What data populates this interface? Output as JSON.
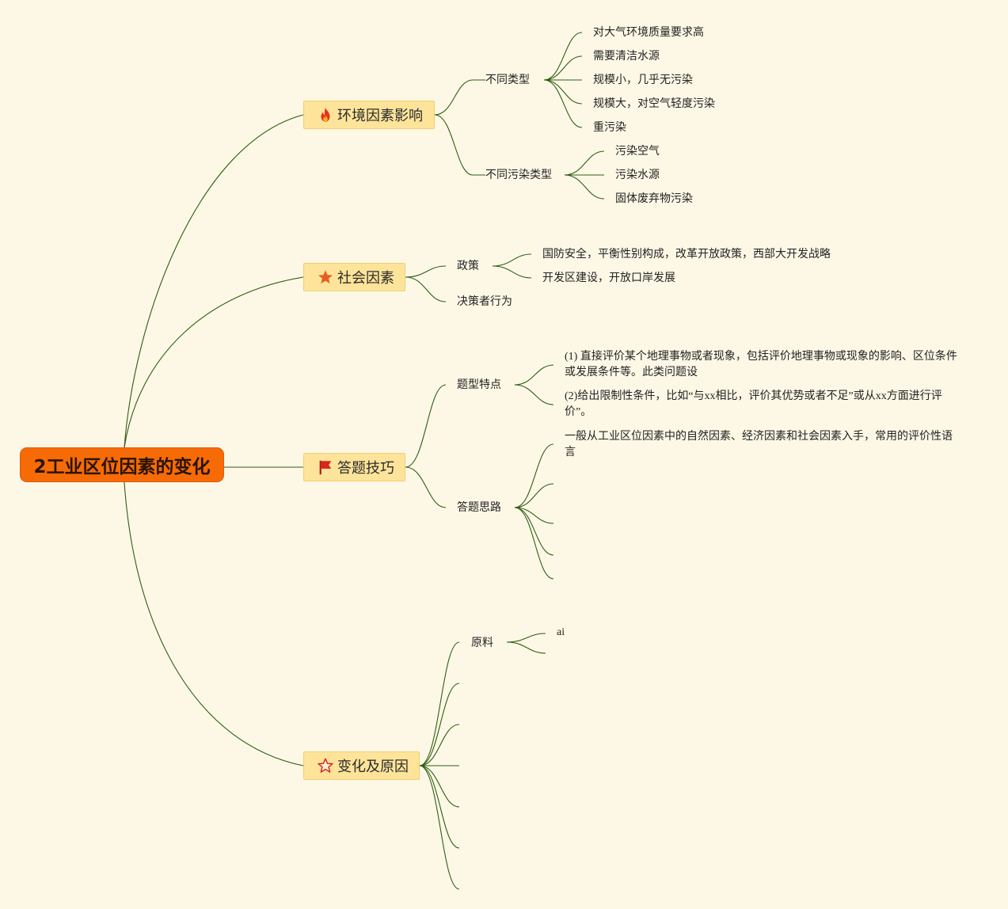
{
  "root": {
    "title": "2工业区位因素的变化"
  },
  "topics": [
    {
      "label": "环境因素影响",
      "icon": "fire-icon",
      "icon_color": "#e8321c"
    },
    {
      "label": "社会因素",
      "icon": "star-icon",
      "icon_color": "#e35f25"
    },
    {
      "label": "答题技巧",
      "icon": "flag-icon",
      "icon_color": "#d9251c"
    },
    {
      "label": "变化及原因",
      "icon": "star-outline-icon",
      "icon_color": "#d9251c"
    }
  ],
  "env": {
    "types_label": "不同类型",
    "types": [
      "对大气环境质量要求高",
      "需要清洁水源",
      "规模小，几乎无污染",
      "规模大，对空气轻度污染",
      "重污染"
    ],
    "pollution_label": "不同污染类型",
    "pollution": [
      "污染空气",
      "污染水源",
      "固体废弃物污染"
    ]
  },
  "social": {
    "policy_label": "政策",
    "policy": [
      "国防安全，平衡性别构成，改革开放政策，西部大开发战略",
      "开发区建设，开放口岸发展"
    ],
    "decision_label": "决策者行为"
  },
  "tips": {
    "features_label": "题型特点",
    "features": [
      "(1) 直接评价某个地理事物或者现象，包括评价地理事物或现象的影响、区位条件或发展条件等。此类问题设",
      "(2)给出限制性条件，比如“与xx相比，评价其优势或者不足”或从xx方面进行评价”。"
    ],
    "approach_label": "答题思路",
    "approach": [
      "一般从工业区位因素中的自然因素、经济因素和社会因素入手，常用的评价性语言"
    ]
  },
  "changes": {
    "raw_label": "原料",
    "raw": [
      "ai"
    ]
  },
  "colors": {
    "background": "#fdf8e6",
    "root": "#f76b06",
    "topic": "#fde49a",
    "line": "#2f5e14"
  }
}
